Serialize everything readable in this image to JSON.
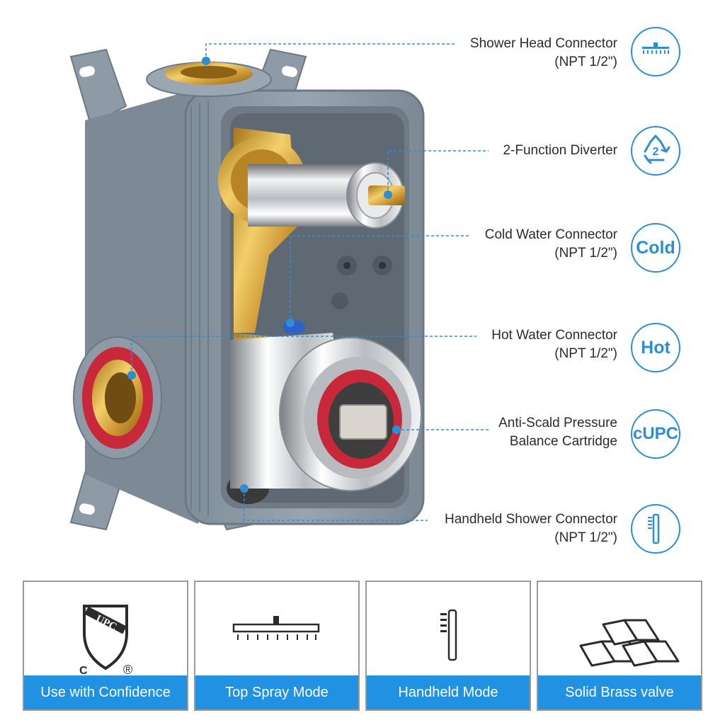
{
  "callouts": [
    {
      "name": "shower-head-connector",
      "line1": "Shower Head Connector",
      "line2": "(NPT 1/2\")",
      "icon": "shower-head-icon"
    },
    {
      "name": "diverter",
      "line1": "2-Function Diverter",
      "line2": "",
      "icon": "recycle-2-icon",
      "badge": "2"
    },
    {
      "name": "cold-water-connector",
      "line1": "Cold Water Connector",
      "line2": "(NPT 1/2\")",
      "badge": "Cold"
    },
    {
      "name": "hot-water-connector",
      "line1": "Hot Water Connector",
      "line2": "(NPT 1/2\")",
      "badge": "Hot"
    },
    {
      "name": "pressure-cartridge",
      "line1": "Anti-Scald Pressure",
      "line2": "Balance Cartridge",
      "badge": "cUPC"
    },
    {
      "name": "handheld-shower-connector",
      "line1": "Handheld Shower Connector",
      "line2": "(NPT 1/2\")",
      "icon": "handheld-shower-icon"
    }
  ],
  "features": [
    {
      "label": "Use with Confidence",
      "icon": "upc-shield-icon",
      "mark": "UPC",
      "c": "C",
      "r": "®"
    },
    {
      "label": "Top Spray Mode",
      "icon": "rain-shower-icon"
    },
    {
      "label": "Handheld Mode",
      "icon": "handheld-shower-icon"
    },
    {
      "label": "Solid Brass valve",
      "icon": "brass-bars-icon"
    }
  ],
  "colors": {
    "accent": "#2191e2",
    "badge": "#2c8fd6",
    "housing": "#8d9aa6",
    "brass": "#d9a93a",
    "hot": "#c9283a"
  }
}
